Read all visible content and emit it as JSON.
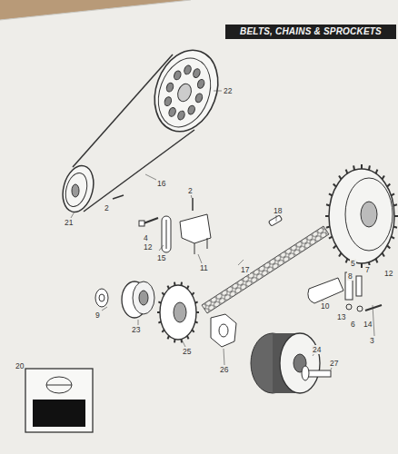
{
  "diagram": {
    "title": "BELTS, CHAINS & SPROCKETS",
    "labels": [
      "22",
      "16",
      "21",
      "2",
      "2",
      "4",
      "12",
      "15",
      "11",
      "18",
      "17",
      "5",
      "8",
      "7",
      "12",
      "10",
      "13",
      "6",
      "14",
      "3",
      "9",
      "23",
      "25",
      "26",
      "24",
      "27",
      "20"
    ]
  }
}
